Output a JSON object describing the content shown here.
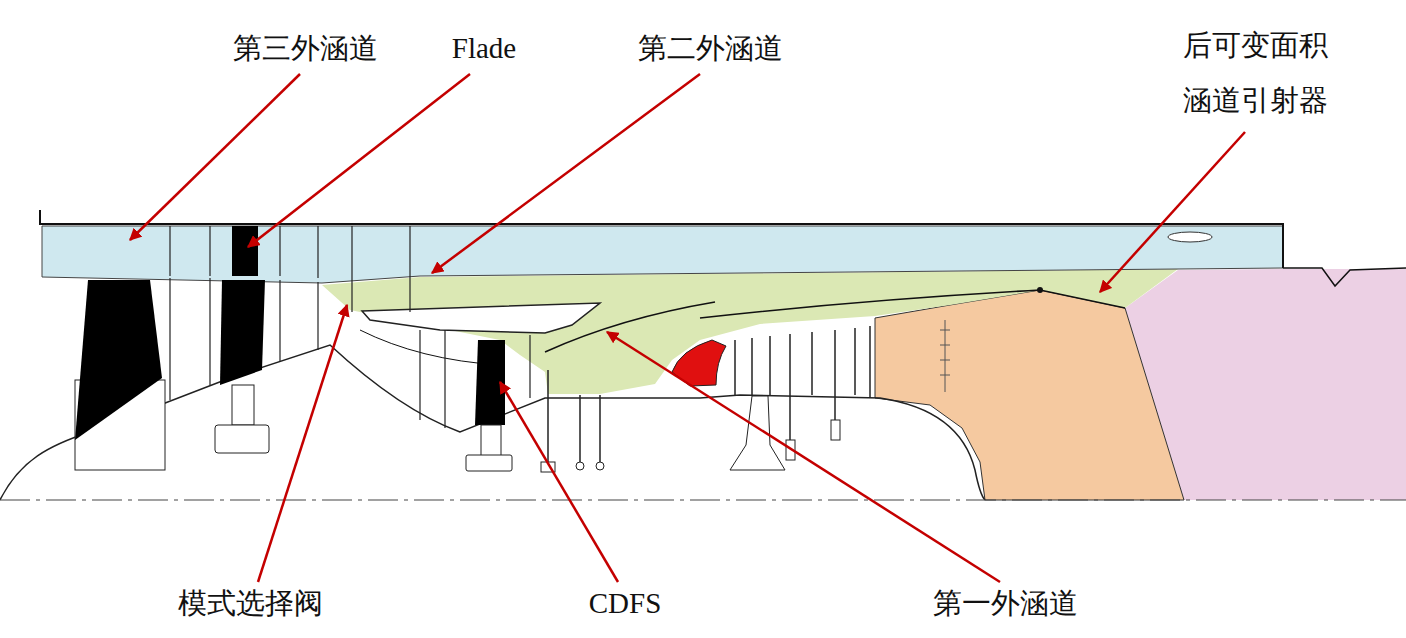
{
  "diagram": {
    "labels": [
      "第三外涵道",
      "Flade",
      "第二外涵道",
      "后可变面积 涵道引射器",
      "模式选择阀",
      "CDFS",
      "第一外涵道"
    ]
  }
}
